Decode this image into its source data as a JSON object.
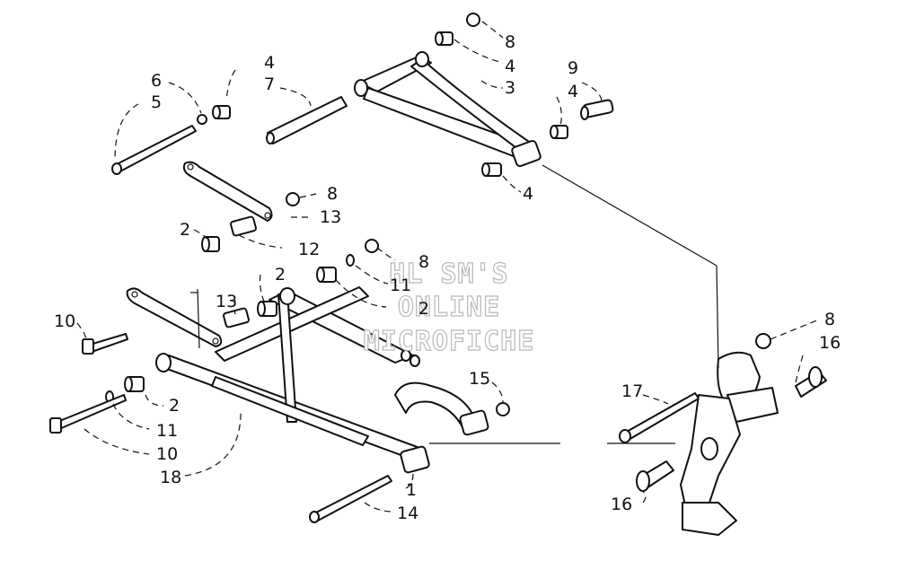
{
  "watermark": {
    "line1": "HL SM'S",
    "line2": "ONLINE",
    "line3": "MICROFICHE"
  },
  "callouts": [
    {
      "id": "c8a",
      "label": "8"
    },
    {
      "id": "c4a",
      "label": "4"
    },
    {
      "id": "c3",
      "label": "3"
    },
    {
      "id": "c9",
      "label": "9"
    },
    {
      "id": "c4b",
      "label": "4"
    },
    {
      "id": "c4c",
      "label": "4"
    },
    {
      "id": "c4d",
      "label": "4"
    },
    {
      "id": "c7",
      "label": "7"
    },
    {
      "id": "c6",
      "label": "6"
    },
    {
      "id": "c5",
      "label": "5"
    },
    {
      "id": "c8b",
      "label": "8"
    },
    {
      "id": "c13a",
      "label": "13"
    },
    {
      "id": "c2a",
      "label": "2"
    },
    {
      "id": "c12",
      "label": "12"
    },
    {
      "id": "c2b",
      "label": "2"
    },
    {
      "id": "c8c",
      "label": "8"
    },
    {
      "id": "c11a",
      "label": "11"
    },
    {
      "id": "c2c",
      "label": "2"
    },
    {
      "id": "c13b",
      "label": "13"
    },
    {
      "id": "c10a",
      "label": "10"
    },
    {
      "id": "c2d",
      "label": "2"
    },
    {
      "id": "c11b",
      "label": "11"
    },
    {
      "id": "c10b",
      "label": "10"
    },
    {
      "id": "c18",
      "label": "18"
    },
    {
      "id": "c15",
      "label": "15"
    },
    {
      "id": "c1",
      "label": "1"
    },
    {
      "id": "c14",
      "label": "14"
    },
    {
      "id": "c8d",
      "label": "8"
    },
    {
      "id": "c16a",
      "label": "16"
    },
    {
      "id": "c17",
      "label": "17"
    },
    {
      "id": "c16b",
      "label": "16"
    }
  ]
}
